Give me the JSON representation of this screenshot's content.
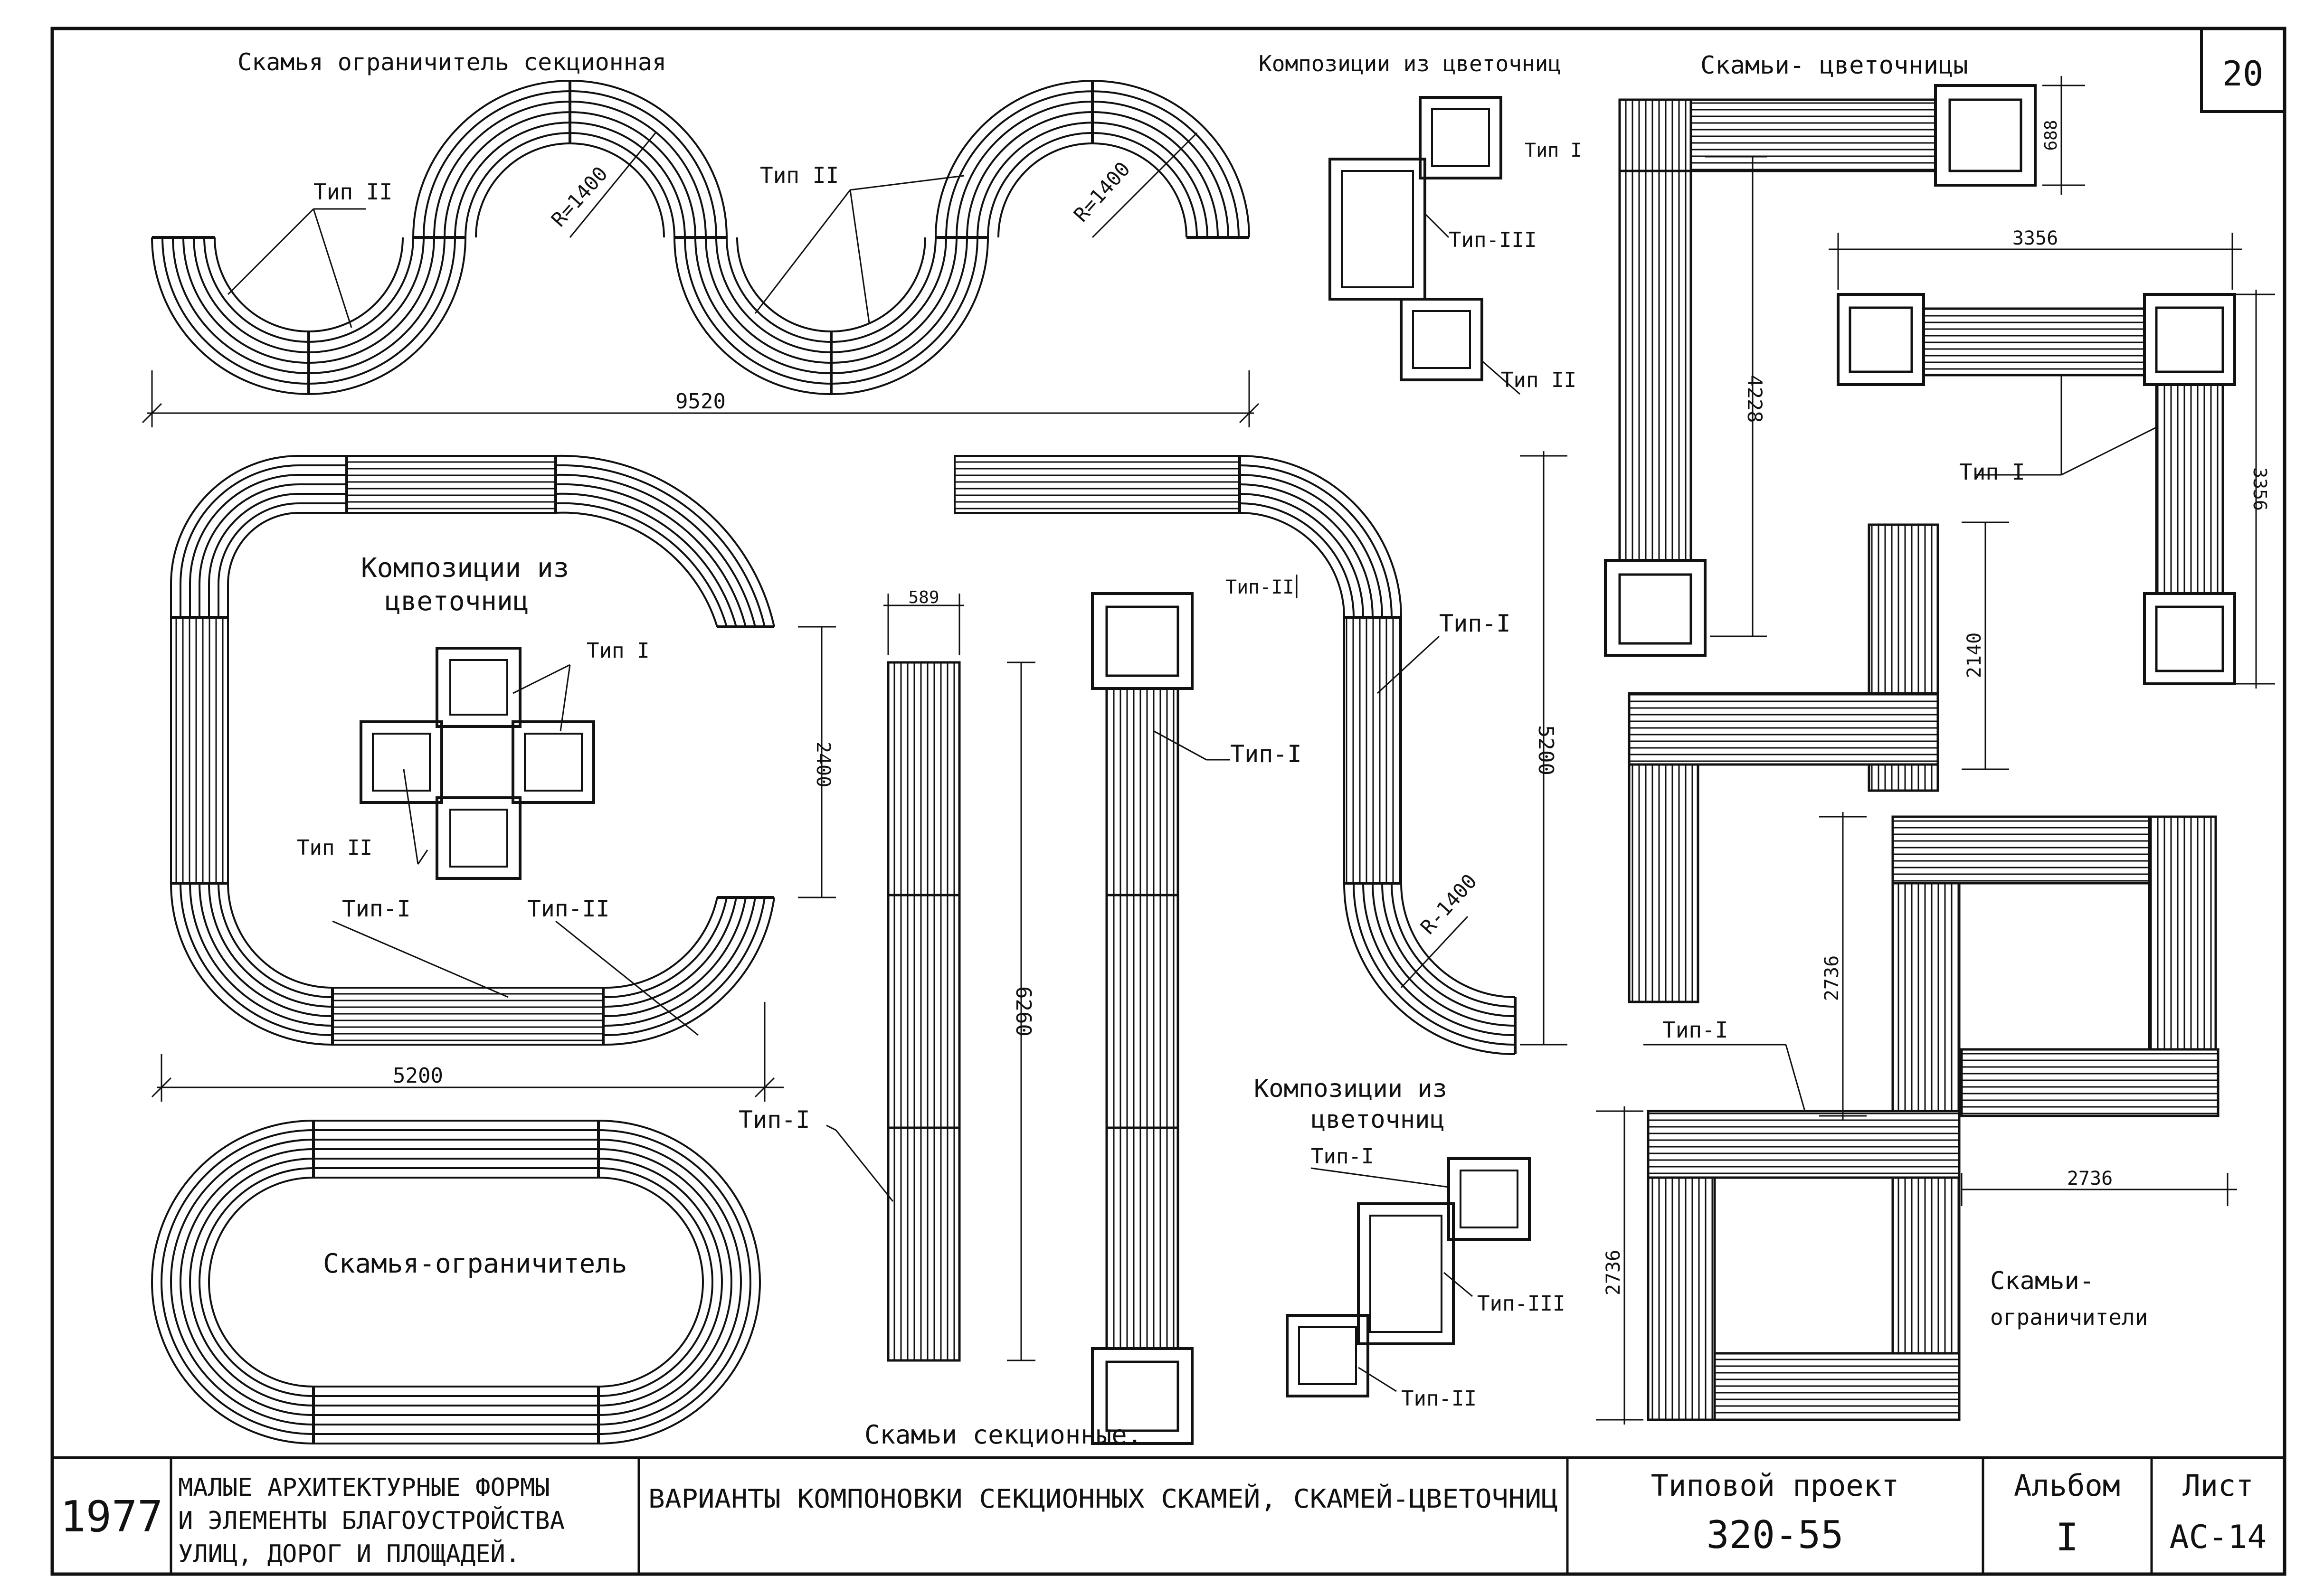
{
  "sheet_number": "20",
  "title_block": {
    "year": "1977",
    "subject_line1": "МАЛЫЕ АРХИТЕКТУРНЫЕ ФОРМЫ",
    "subject_line2": "И ЭЛЕМЕНТЫ БЛАГОУСТРОЙСТВА",
    "subject_line3": "УЛИЦ, ДОРОГ И ПЛОЩАДЕЙ.",
    "drawing_title": "ВАРИАНТЫ КОМПОНОВКИ СЕКЦИОННЫХ СКАМЕЙ, СКАМЕЙ-ЦВЕТОЧНИЦ",
    "project_label": "Типовой проект",
    "project_number": "320-55",
    "album_label": "Альбом",
    "album_value": "I",
    "sheet_label": "Лист",
    "sheet_value": "АС-14"
  },
  "labels": {
    "serpentine_title": "Скамья ограничитель секционная",
    "compositions_top_title": "Композиции из цветочниц",
    "flower_benches_title": "Скамьи- цветочницы",
    "compositions_center_line1": "Композиции из",
    "compositions_center_line2": "цветочниц",
    "compositions_bottom_line1": "Композиции из",
    "compositions_bottom_line2": "цветочниц",
    "oval_title": "Скамья-ограничитель",
    "sectional_title": "Скамьи секционные.",
    "limiters_title_line1": "Скамьи-",
    "limiters_title_line2": "ограничители",
    "type_1": "Тип I",
    "type_1_dash": "Тип-I",
    "type_2": "Тип II",
    "type_2_dash": "Тип-II",
    "type_3_dash": "Тип-III"
  },
  "dimensions": {
    "d9520": "9520",
    "r1400": "R=1400",
    "d5200": "5200",
    "d589": "589",
    "d2400": "2400",
    "d6260": "6260",
    "d5200v": "5200",
    "r1400b": "R-1400",
    "d688": "688",
    "d4228": "4228",
    "d3356h": "3356",
    "d3356v": "3356",
    "d2140": "2140",
    "d2736a": "2736",
    "d2736b": "2736",
    "d2736c": "2736"
  },
  "colors": {
    "ink": "#111111",
    "paper": "#ffffff"
  }
}
